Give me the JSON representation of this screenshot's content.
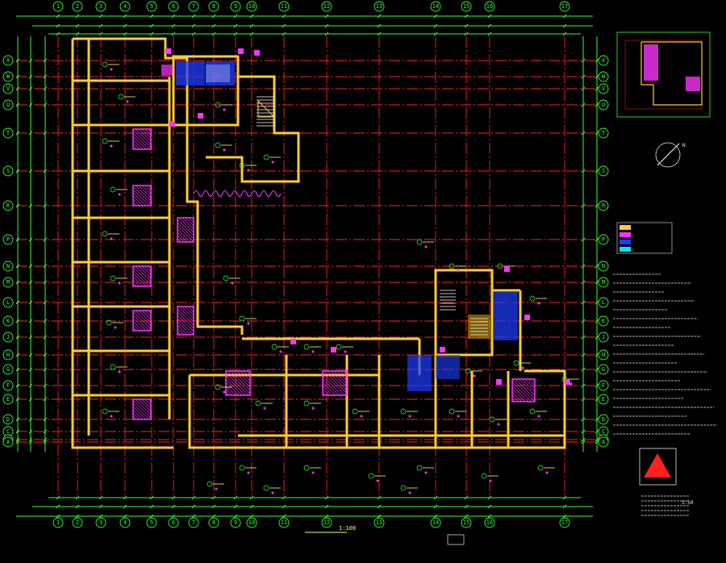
{
  "drawing": {
    "colors": {
      "background": "#000000",
      "grid_line": "#ff2020",
      "dimension": "#33ff33",
      "wall": "#ffcc33",
      "hatch": "#ff33ff",
      "stair": "#ffffff",
      "text": "#ffff66",
      "accent_blue": "#1e3cff",
      "symbol_red": "#ff2020"
    },
    "top_axis_labels": [
      "1",
      "2",
      "3",
      "4",
      "5",
      "6",
      "7",
      "8",
      "9",
      "10",
      "11",
      "12",
      "13",
      "14",
      "15",
      "16",
      "17"
    ],
    "bottom_axis_labels": [
      "1",
      "2",
      "3",
      "4",
      "5",
      "6",
      "7",
      "8",
      "9",
      "10",
      "11",
      "12",
      "13",
      "14",
      "15",
      "16",
      "17"
    ],
    "left_axis_labels": [
      "X",
      "W",
      "V",
      "U",
      "T",
      "S",
      "R",
      "P",
      "N",
      "M",
      "L",
      "K",
      "J",
      "H",
      "G",
      "F",
      "E",
      "D",
      "C",
      "B",
      "A"
    ],
    "right_axis_labels": [
      "X",
      "W",
      "V",
      "U",
      "T",
      "S",
      "R",
      "P",
      "N",
      "M",
      "L",
      "K",
      "J",
      "H",
      "G",
      "F",
      "E",
      "D",
      "C",
      "B",
      "A"
    ],
    "key_plan_label": "",
    "legend_title": "",
    "legend_rows": [
      "",
      "",
      "",
      ""
    ],
    "notes_title": "",
    "notes_lines": [
      "",
      "",
      "",
      "",
      "",
      "",
      "",
      "",
      "",
      "",
      "",
      ""
    ],
    "title_block": {
      "title": "",
      "scale": "1:100"
    },
    "sheet_tag": "",
    "north_arrow_label": "N",
    "warning_symbol": "▲",
    "scale_small": "1:50"
  }
}
